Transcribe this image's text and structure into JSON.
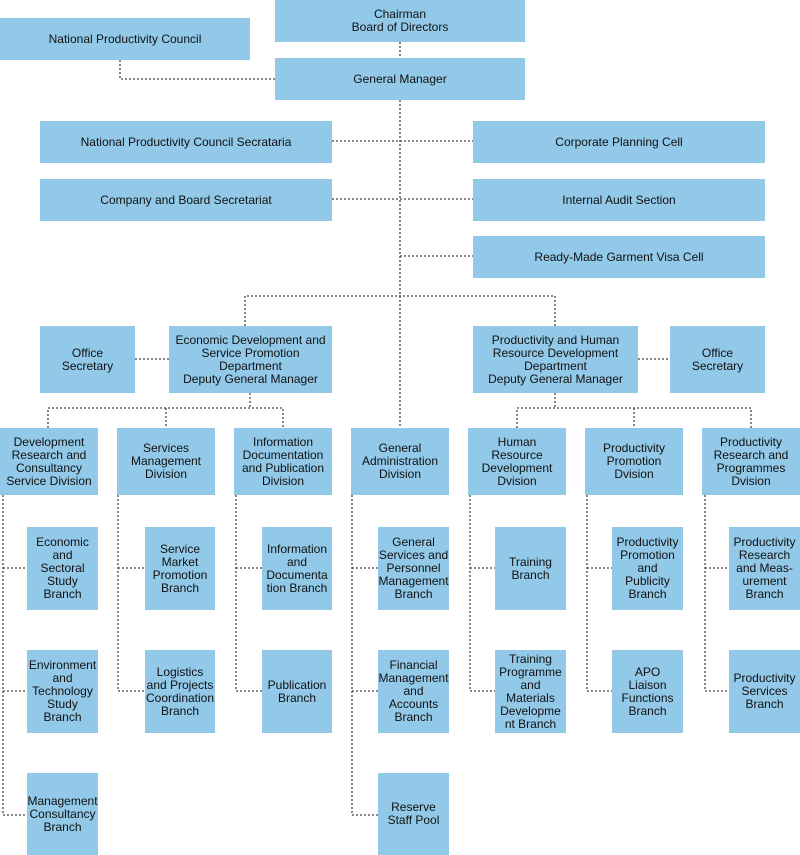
{
  "colors": {
    "box_fill": "#92c9e8",
    "connector": "#444444"
  },
  "top": {
    "chairman": "Chairman\nBoard of Directors",
    "council": "National Productivity Council",
    "gm": "General Manager"
  },
  "staff": {
    "npc_secretariat": "National Productivity Council Secrataria",
    "corporate_planning": "Corporate Planning Cell",
    "company_board_secretariat": "Company and Board Secretariat",
    "internal_audit": "Internal Audit Section",
    "rmg_visa": "Ready-Made Garment Visa Cell"
  },
  "departments": {
    "edsp": "Economic Development and\nService Promotion\nDepartment\nDeputy General Manager",
    "phrd": "Productivity and Human\nResource Development\nDepartment\nDeputy General Manager",
    "office_secretary_left": "Office\nSecretary",
    "office_secretary_right": "Office\nSecretary"
  },
  "divisions": {
    "drcs": "Development\nResearch and\nConsultancy\nService Division",
    "services_mgmt": "Services\nManagement\nDivision",
    "idp": "Information\nDocumentation\nand Publication\nDivision",
    "general_admin": "General\nAdministration\nDivision",
    "hrd": "Human\nResource\nDevelopment\nDvision",
    "productivity_promotion": "Productivity\nPromotion\nDvision",
    "productivity_research": "Productivity\nResearch and\nProgrammes\nDvision"
  },
  "branches": {
    "drcs": [
      "Economic\nand\nSectoral\nStudy\nBranch",
      "Environment\nand\nTechnology\nStudy Branch",
      "Management\nConsultancy\nBranch"
    ],
    "services_mgmt": [
      "Service\nMarket\nPromotion\nBranch",
      "Logistics\nand Projects\nCoordination\nBranch"
    ],
    "idp": [
      "Information\nand\nDocumenta\ntion Branch",
      "Publication\nBranch"
    ],
    "general_admin": [
      "General\nServices and\nPersonnel\nManagement\nBranch",
      "Financial\nManagement\nand\nAccounts\nBranch",
      "Reserve\nStaff Pool"
    ],
    "hrd": [
      "Training\nBranch",
      "Training\nProgramme\nand\nMaterials\nDevelopme\nnt Branch"
    ],
    "productivity_promotion": [
      "Productivity\nPromotion\nand\nPublicity\nBranch",
      "APO\nLiaison\nFunctions\nBranch"
    ],
    "productivity_research": [
      "Productivity\nResearch\nand Meas-\nurement\nBranch",
      "Productivity\nServices\nBranch"
    ]
  }
}
